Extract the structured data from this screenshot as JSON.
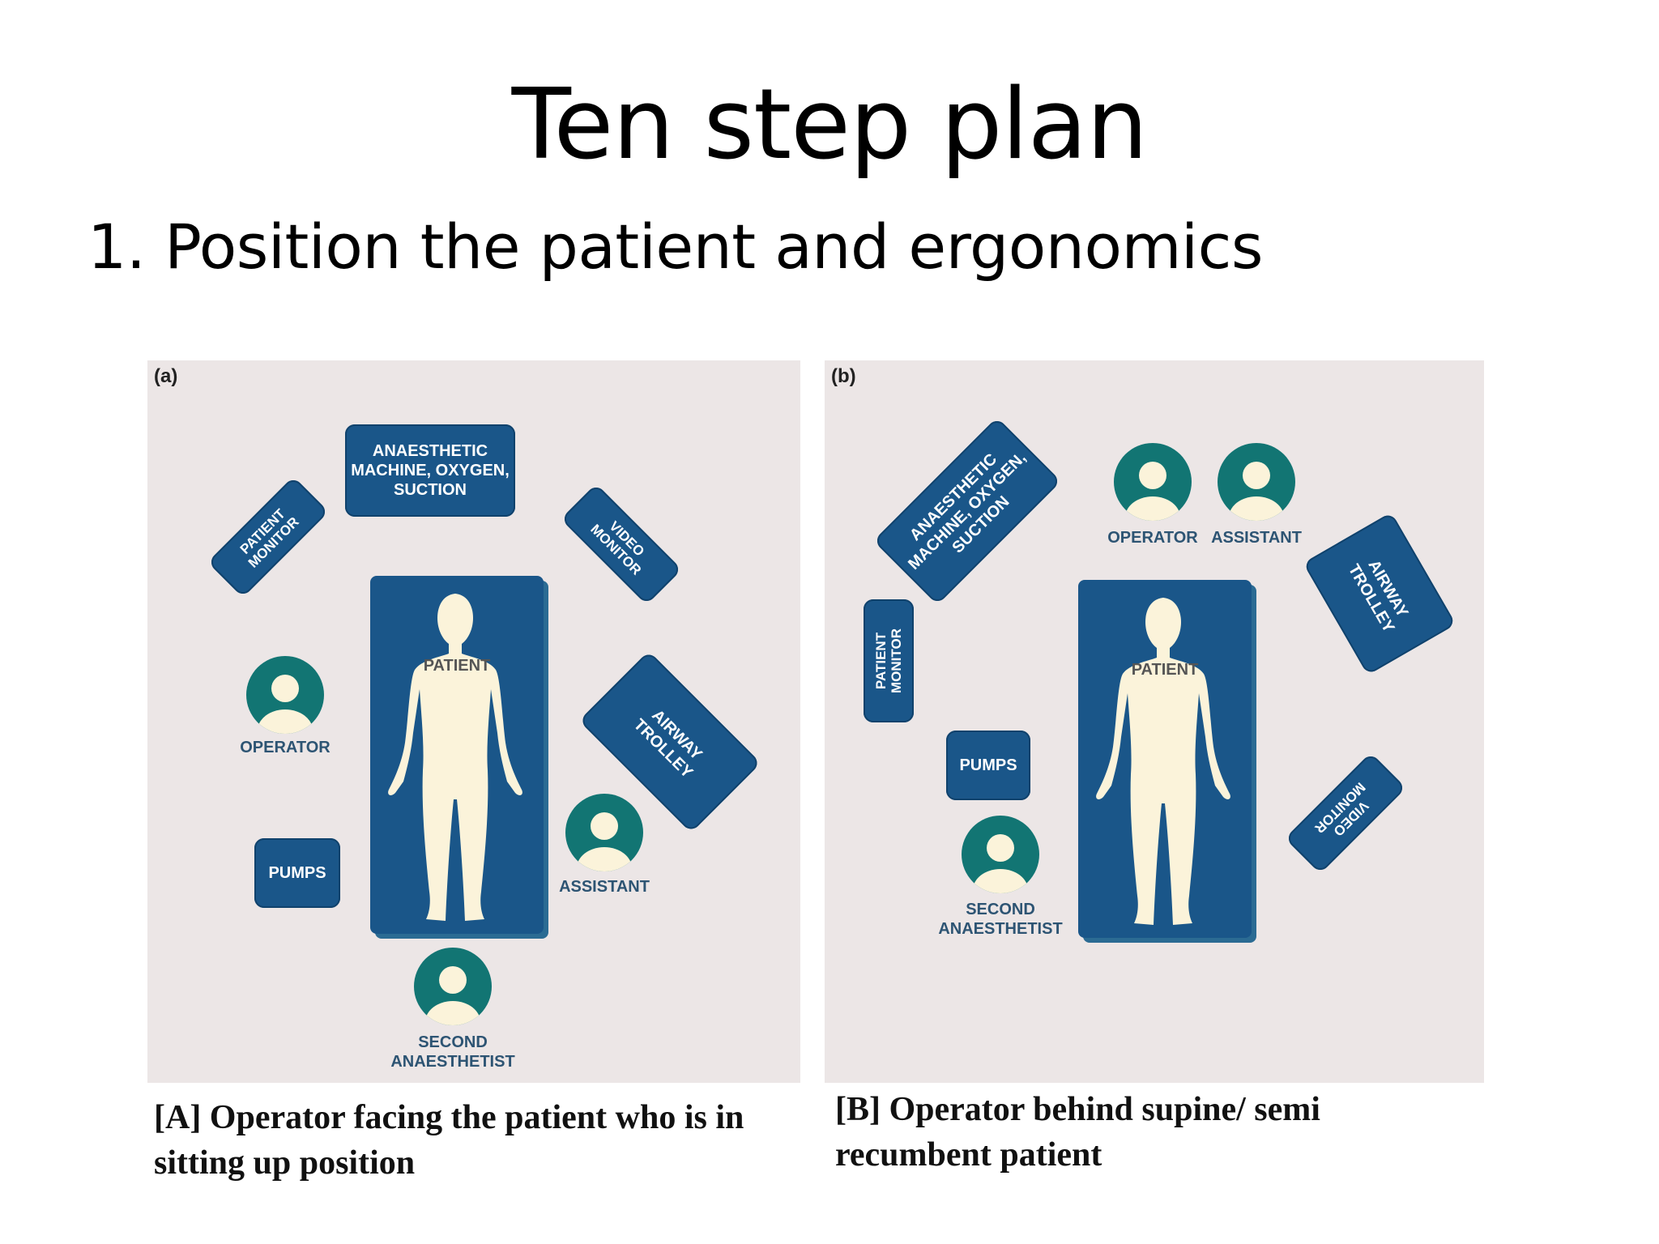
{
  "slide": {
    "title": "Ten step plan",
    "subtitle": "1. Position the patient and ergonomics"
  },
  "panel_a": {
    "label": "(a)",
    "anaesthetic_machine": "ANAESTHETIC\nMACHINE, OXYGEN,\nSUCTION",
    "patient_monitor": "PATIENT\nMONITOR",
    "video_monitor": "VIDEO\nMONITOR",
    "airway_trolley": "AIRWAY\nTROLLEY",
    "pumps": "PUMPS",
    "patient": "PATIENT",
    "operator": "OPERATOR",
    "assistant": "ASSISTANT",
    "second_anaesthetist": "SECOND\nANAESTHETIST",
    "caption": "[A] Operator facing the patient who is in sitting up position"
  },
  "panel_b": {
    "label": "(b)",
    "anaesthetic_machine": "ANAESTHETIC\nMACHINE, OXYGEN,\nSUCTION",
    "patient_monitor": "PATIENT\nMONITOR",
    "video_monitor": "VIDEO\nMONITOR",
    "airway_trolley": "AIRWAY\nTROLLEY",
    "pumps": "PUMPS",
    "patient": "PATIENT",
    "operator": "OPERATOR",
    "assistant": "ASSISTANT",
    "second_anaesthetist": "SECOND\nANAESTHETIST",
    "caption": "[B] Operator behind supine/ semi recumbent patient"
  },
  "colors": {
    "equipment": "#1a5689",
    "person_circle": "#127573",
    "person_body": "#fbf3da",
    "panel_background": "#ece6e6"
  }
}
